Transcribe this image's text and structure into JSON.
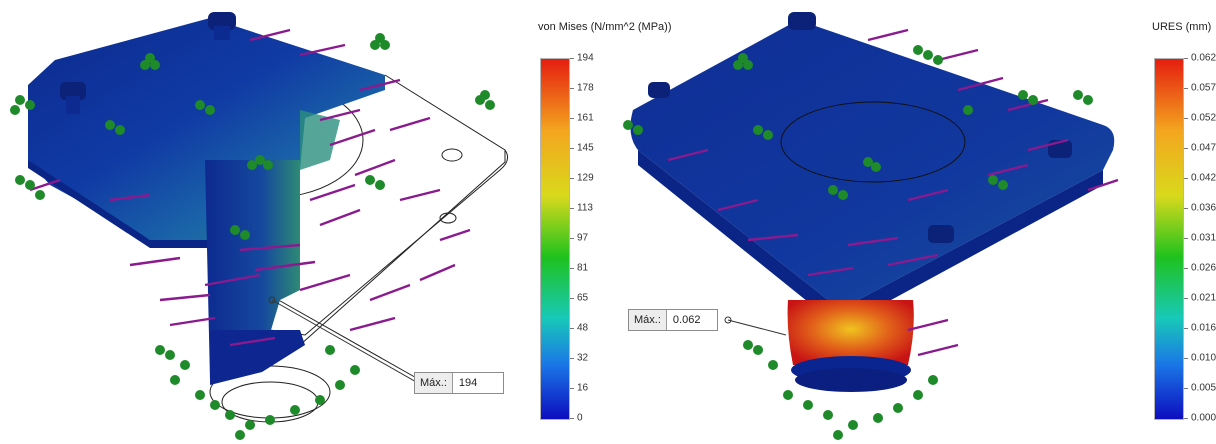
{
  "left_plot": {
    "legend": {
      "title": "von Mises (N/mm^2 (MPa))",
      "ticks": [
        "194",
        "178",
        "161",
        "145",
        "129",
        "113",
        "97",
        "81",
        "65",
        "48",
        "32",
        "16",
        "0"
      ]
    },
    "callout": {
      "label": "Máx.:",
      "value": "194"
    }
  },
  "right_plot": {
    "legend": {
      "title": "URES (mm)",
      "ticks": [
        "0.062",
        "0.057",
        "0.052",
        "0.047",
        "0.042",
        "0.036",
        "0.031",
        "0.026",
        "0.021",
        "0.016",
        "0.010",
        "0.005",
        "0.000"
      ]
    },
    "callout": {
      "label": "Máx.:",
      "value": "0.062"
    }
  },
  "colors": {
    "contour_low": "#0a1fa0",
    "contour_mid": "#1fb14a",
    "contour_high": "#e21a16",
    "load_arrow": "#8a1a8e",
    "fixture": "#1f8a2a"
  }
}
